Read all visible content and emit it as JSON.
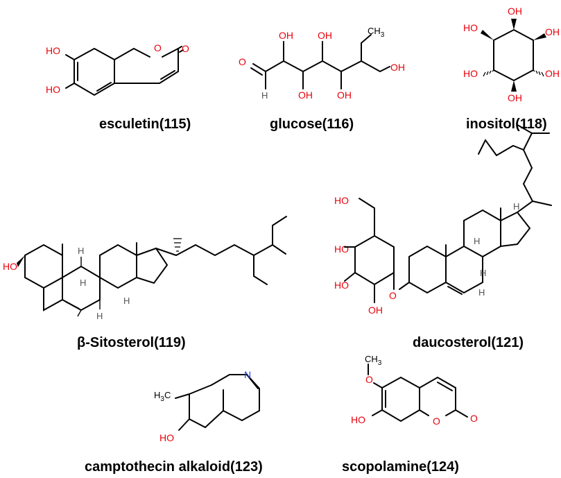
{
  "compounds": [
    {
      "id": "esculetin",
      "label": "esculetin(115)"
    },
    {
      "id": "glucose",
      "label": "glucose(116)"
    },
    {
      "id": "inositol",
      "label": "inositol(118)"
    },
    {
      "id": "sitosterol",
      "label": "β-Sitosterol(119)"
    },
    {
      "id": "daucosterol",
      "label": "daucosterol(121)"
    },
    {
      "id": "camptothecin",
      "label": "camptothecin alkaloid(123)"
    },
    {
      "id": "scopolamine",
      "label": "scopolamine(124)"
    }
  ],
  "atoms": {
    "OH": "OH",
    "HO": "HO",
    "O": "O",
    "N": "N",
    "H": "H",
    "CH3": "CH",
    "CH3_sub": "3",
    "H3C": "H",
    "H3C_sub": "3",
    "H3C_c": "C"
  },
  "colors": {
    "oxygen": "#e8000b",
    "nitrogen": "#1f3cd6",
    "hydrogen": "#555555",
    "bond": "#000000"
  }
}
